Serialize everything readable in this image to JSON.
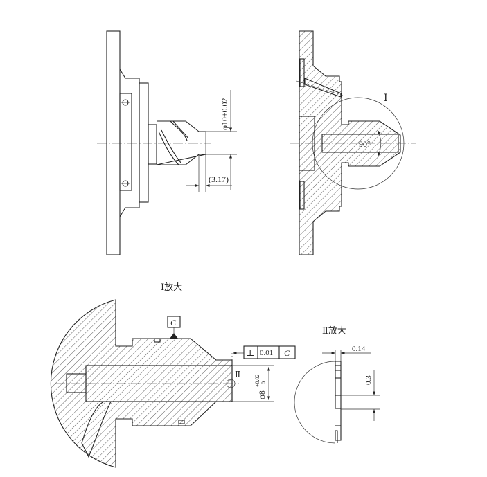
{
  "view_left": {
    "dim_diameter": "φ10±0.02",
    "dim_length": "(3.17)"
  },
  "view_right": {
    "detail_label": "Ⅰ",
    "angle": "90°"
  },
  "detail_1": {
    "title": "Ⅰ放大",
    "datum": "C",
    "tolerance_frame": {
      "symbol": "⊥",
      "value": "0.01",
      "datum": "C"
    },
    "detail_ref": "Ⅱ",
    "dim_diameter": "φ8",
    "dim_upper": "+0.02",
    "dim_lower": "0"
  },
  "detail_2": {
    "title": "Ⅱ放大",
    "dim_width": "0.14",
    "dim_height": "0.3"
  }
}
